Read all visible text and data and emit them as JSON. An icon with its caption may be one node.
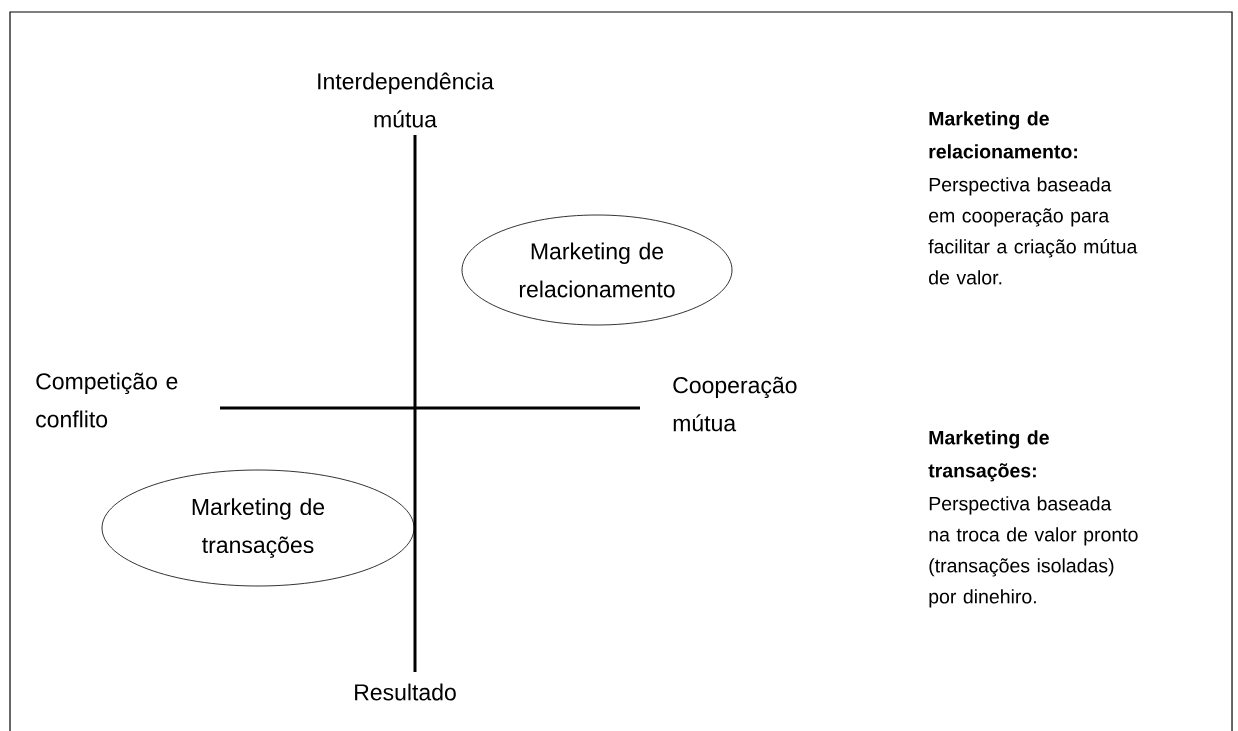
{
  "diagram": {
    "nodes": [
      {
        "text": [
          "Marketing de relacionamento"
        ]
      },
      {
        "text": [
          "Marketing de transações"
        ]
      }
    ],
    "labels": [
      "Interdependência mútua",
      "Competição e conflito",
      "Cooperação mútua",
      "Resultado",
      "Marketing de relacionamento:",
      "Perspectiva baseada em cooperação para facilitar a criação mútua de valor.",
      "Marketing de transações:",
      "Perspectiva baseada na troca de valor pronto (transações isoladas) por dinehiro."
    ]
  }
}
